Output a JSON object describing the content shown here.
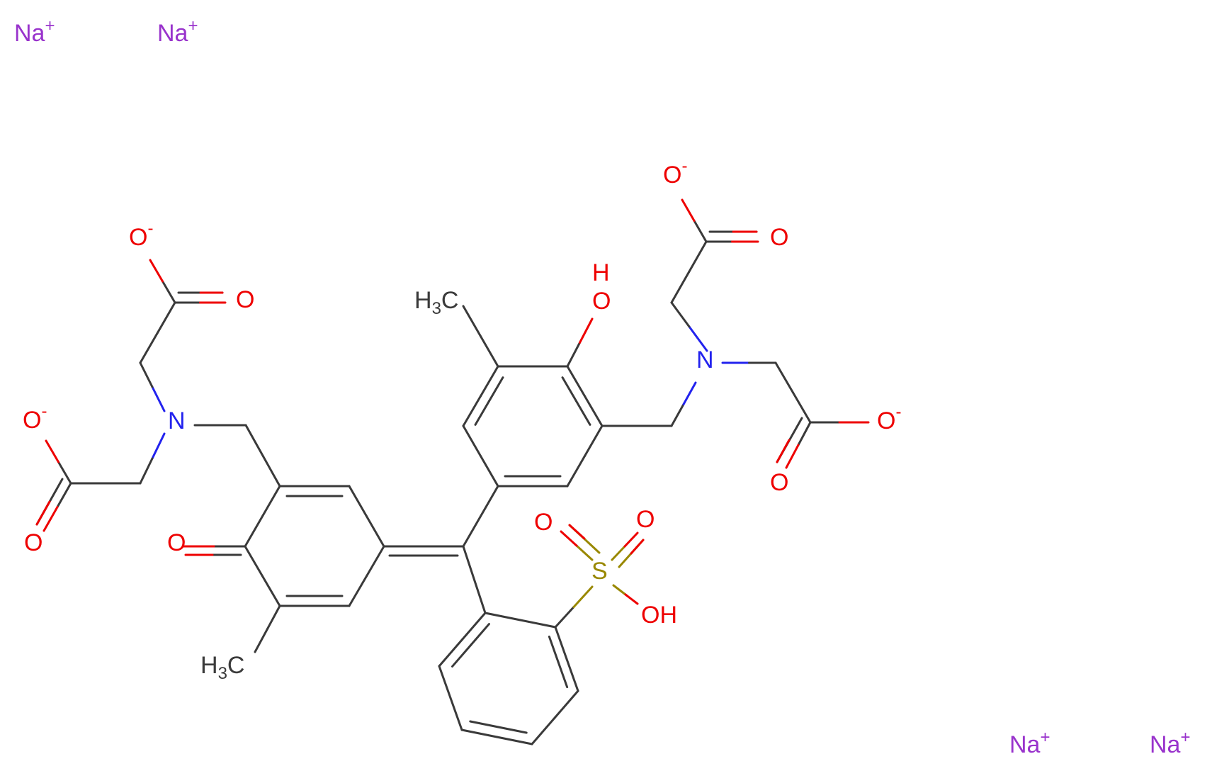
{
  "molecule": {
    "colors": {
      "bond": "#3a3a3a",
      "oxygen": "#ee0000",
      "nitrogen": "#2222ee",
      "sulfur": "#998800",
      "sodium": "#9933cc",
      "carbon": "#3a3a3a"
    },
    "counterions": {
      "na1": {
        "element": "Na",
        "charge": "+"
      },
      "na2": {
        "element": "Na",
        "charge": "+"
      },
      "na3": {
        "element": "Na",
        "charge": "+"
      },
      "na4": {
        "element": "Na",
        "charge": "+"
      }
    },
    "atoms": {
      "o_top_left_minus": {
        "text": "O",
        "charge": "-"
      },
      "o_top_left_double": {
        "text": "O"
      },
      "o_mid_left_minus": {
        "text": "O",
        "charge": "-"
      },
      "o_mid_left_double": {
        "text": "O"
      },
      "n_left": {
        "text": "N"
      },
      "o_ketone": {
        "text": "O"
      },
      "ch3_bottom": {
        "prefix": "H",
        "sub": "3",
        "suffix": "C"
      },
      "ch3_top": {
        "prefix": "H",
        "sub": "3",
        "suffix": "C"
      },
      "oh_top_h": {
        "text": "H"
      },
      "oh_top_o": {
        "text": "O"
      },
      "n_right": {
        "text": "N"
      },
      "o_top_right_minus": {
        "text": "O",
        "charge": "-"
      },
      "o_top_right_double": {
        "text": "O"
      },
      "o_right_minus": {
        "text": "O",
        "charge": "-"
      },
      "o_right_double": {
        "text": "O"
      },
      "s_sulfo": {
        "text": "S"
      },
      "o_s1": {
        "text": "O"
      },
      "o_s2": {
        "text": "O"
      },
      "oh_sulfo": {
        "text": "OH"
      }
    }
  }
}
